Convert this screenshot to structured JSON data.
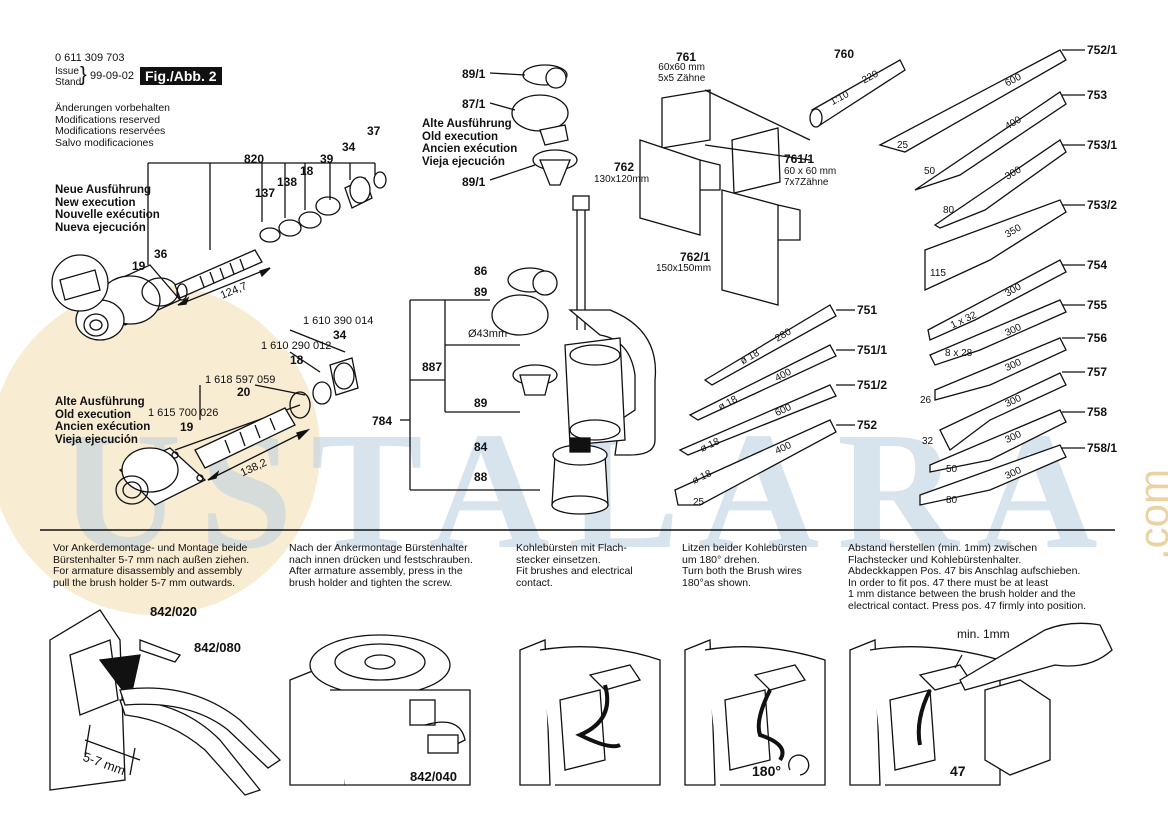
{
  "header": {
    "part_number": "0 611 309 703",
    "issue_label": "Issue",
    "stand_label": "Stand",
    "issue_date": "99-09-02",
    "fig_label": "Fig./Abb. 2"
  },
  "changes_notice": [
    "Änderungen vorbehalten",
    "Modifications reserved",
    "Modifications reservées",
    "Salvo modificaciones"
  ],
  "new_execution": [
    "Neue Ausführung",
    "New execution",
    "Nouvelle exécution",
    "Nueva ejecución"
  ],
  "old_execution_left": [
    "Alte Ausführung",
    "Old execution",
    "Ancien exécution",
    "Vieja ejecución"
  ],
  "old_execution_mid": [
    "Alte Ausführung",
    "Old execution",
    "Ancien exécution",
    "Vieja ejecución"
  ],
  "labels_left": {
    "p820": "820",
    "p137": "137",
    "p138": "138",
    "p18": "18",
    "p39": "39",
    "p34": "34",
    "p37": "37",
    "p19": "19",
    "p36": "36",
    "dim1": "124,7",
    "pn_34": "1 610 390 014",
    "p34b": "34",
    "pn_18": "1 610 290 012",
    "p18b": "18",
    "pn_059": "1 618 597 059",
    "p20": "20",
    "pn_026": "1 615 700 026",
    "p19b": "19",
    "dim2": "138,2"
  },
  "labels_mid": {
    "p89_1a": "89/1",
    "p87_1": "87/1",
    "p89_1b": "89/1",
    "p86": "86",
    "p89": "89",
    "dia43": "Ø43mm",
    "p887": "887",
    "p89b": "89",
    "p784": "784",
    "p84": "84",
    "p88": "88"
  },
  "labels_pads": {
    "p761": "761",
    "p761_spec": [
      "60x60 mm",
      "5x5 Zähne"
    ],
    "p762": "762",
    "p762_spec": "130x120mm",
    "p761_1": "761/1",
    "p761_1_spec": [
      "60 x 60 mm",
      "7x7Zähne"
    ],
    "p762_1": "762/1",
    "p762_1_spec": "150x150mm",
    "p760": "760",
    "p760_ratio": "1:10",
    "p760_len": "220"
  },
  "chisels": [
    {
      "id": "752/1",
      "len": "600",
      "width": "25"
    },
    {
      "id": "753",
      "len": "400",
      "width": "50"
    },
    {
      "id": "753/1",
      "len": "300",
      "width": "80"
    },
    {
      "id": "753/2",
      "len": "350",
      "width": "115"
    },
    {
      "id": "754",
      "len": "300",
      "width": "1 x 32"
    },
    {
      "id": "755",
      "len": "300",
      "width": "8 x 28"
    },
    {
      "id": "756",
      "len": "300",
      "width": "26"
    },
    {
      "id": "757",
      "len": "300",
      "width": "32"
    },
    {
      "id": "758",
      "len": "300",
      "width": "50"
    },
    {
      "id": "758/1",
      "len": "300",
      "width": "80"
    }
  ],
  "points": [
    {
      "id": "751",
      "len": "280",
      "dia": "ø 18"
    },
    {
      "id": "751/1",
      "len": "400",
      "dia": "ø 18"
    },
    {
      "id": "751/2",
      "len": "600",
      "dia": "ø 18"
    },
    {
      "id": "752",
      "len": "400",
      "dia": "ø 18",
      "width": "25"
    }
  ],
  "watermark": {
    "main": "USTALARA",
    "side": ".com"
  },
  "instructions": [
    [
      "Vor Ankerdemontage- und Montage beide",
      "Bürstenhalter 5-7 mm nach außen ziehen.",
      "For armature disassembly and assembly",
      "pull the brush holder 5-7 mm outwards."
    ],
    [
      "Nach der Ankermontage Bürstenhalter",
      "nach innen drücken und festschrauben.",
      "After armature assembly, press in the",
      "brush holder and tighten the screw."
    ],
    [
      "Kohlebürsten mit Flach-",
      "stecker einsetzen.",
      "Fit brushes and electrical",
      "contact."
    ],
    [
      "Litzen beider Kohlebürsten",
      "um 180° drehen.",
      "Turn both the Brush wires",
      "180°as shown."
    ],
    [
      "Abstand herstellen (min. 1mm) zwischen",
      "Flachstecker und Kohlebürstenhalter.",
      "Abdeckkappen Pos. 47 bis Anschlag aufschieben.",
      "In order to fit pos. 47 there must be at least",
      "1 mm distance between the brush holder and the",
      "electrical contact. Press pos. 47 firmly into position."
    ]
  ],
  "bottom_labels": {
    "p842_020": "842/020",
    "p842_080": "842/080",
    "dim57": "5-7 mm",
    "p842_040": "842/040",
    "deg180": "180°",
    "min1": "min. 1mm",
    "p47": "47"
  }
}
